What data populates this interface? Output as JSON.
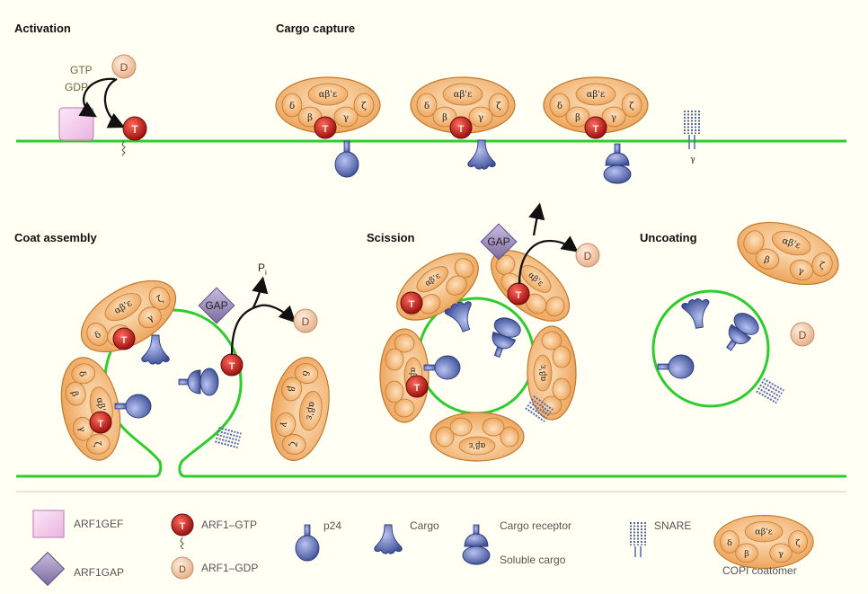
{
  "headings": {
    "activation": "Activation",
    "cargo_capture": "Cargo capture",
    "coat_assembly": "Coat assembly",
    "scission": "Scission",
    "uncoating": "Uncoating"
  },
  "labels": {
    "gtp": "GTP",
    "gdp": "GDP",
    "arf_gtp_letter": "T",
    "arf_gdp_letter": "D",
    "gap": "GAP",
    "pi": "P",
    "pi_sub": "i",
    "coat_top": "αβ'ε",
    "coat_beta": "β",
    "coat_gamma": "γ",
    "coat_delta": "δ",
    "coat_zeta": "ζ",
    "snare_gamma": "γ"
  },
  "legend": {
    "arf1gef": "ARF1GEF",
    "arf1gap": "ARF1GAP",
    "arf1_gtp": "ARF1–GTP",
    "arf1_gdp": "ARF1–GDP",
    "p24": "p24",
    "cargo": "Cargo",
    "cargo_receptor": "Cargo receptor",
    "soluble_cargo": "Soluble cargo",
    "snare": "SNARE",
    "copi_coatomer": "COPI coatomer"
  },
  "colors": {
    "background": "#fffff3",
    "membrane": "#2ecc2e",
    "coatomer_fill": "#f2b066",
    "coatomer_stroke": "#c07a30",
    "arf_gtp": "#c21b1b",
    "arf_gdp": "#f1c6a4",
    "gef": "#f2c6ec",
    "gap": "#a493bf",
    "cargo": "#5d6fb5",
    "snare": "#5566aa"
  }
}
